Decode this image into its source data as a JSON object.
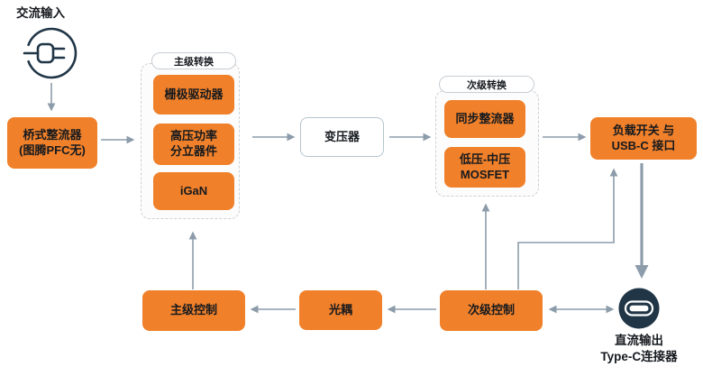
{
  "colors": {
    "box_orange": "#F0802A",
    "icon_navy": "#203647",
    "arrow_gray": "#8C9CAA",
    "text_dark": "#15191E",
    "group_border": "#CDD0D3",
    "transformer_border": "#B5C5CF"
  },
  "icons": {
    "ac_input": "plug-in-circle-icon",
    "dc_output": "usb-c-port-icon"
  },
  "diagram": {
    "ac_input": {
      "label": "交流输入"
    },
    "bridge_rectifier": {
      "line1": "桥式整流器",
      "line2": "(图腾PFC无)"
    },
    "primary_group": {
      "label": "主级转换",
      "gate_driver": "栅极驱动器",
      "hv_line1": "高压功率",
      "hv_line2": "分立器件",
      "igan": "iGaN"
    },
    "transformer": {
      "label": "变压器"
    },
    "secondary_group": {
      "label": "次级转换",
      "sync_rectifier": "同步整流器",
      "mosfet_line1": "低压-中压",
      "mosfet_line2": "MOSFET"
    },
    "load_switch": {
      "line1": "负载开关 与",
      "line2": "USB-C 接口"
    },
    "dc_output": {
      "line1": "直流输出",
      "line2": "Type-C连接器"
    },
    "primary_control": {
      "label": "主级控制"
    },
    "optocoupler": {
      "label": "光耦"
    },
    "secondary_control": {
      "label": "次级控制"
    }
  }
}
